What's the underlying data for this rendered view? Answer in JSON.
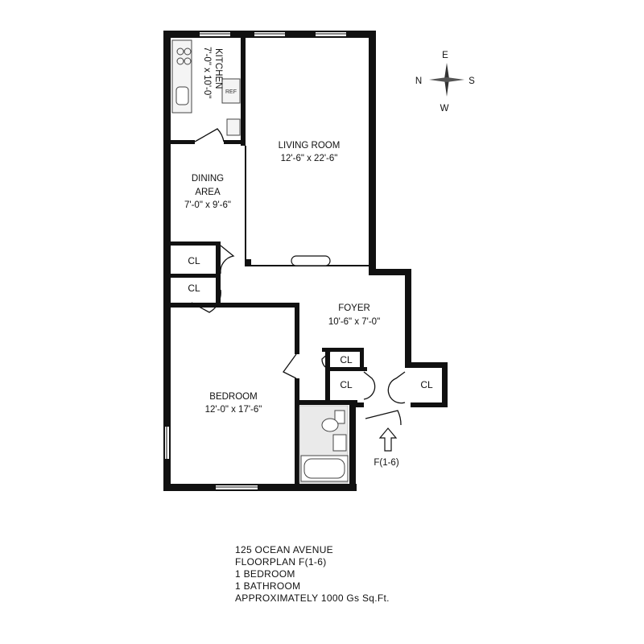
{
  "compass": {
    "n": "N",
    "e": "E",
    "s": "S",
    "w": "W"
  },
  "rooms": {
    "kitchen": {
      "name": "KITCHEN",
      "dims": "7'-0\" x 10'-0\"",
      "appliance": "REF"
    },
    "living": {
      "name": "LIVING ROOM",
      "dims": "12'-6\" x 22'-6\""
    },
    "dining": {
      "name_line1": "DINING",
      "name_line2": "AREA",
      "dims": "7'-0\" x 9'-6\""
    },
    "foyer": {
      "name": "FOYER",
      "dims": "10'-6\" x 7'-0\""
    },
    "bedroom": {
      "name": "BEDROOM",
      "dims": "12'-0\" x 17'-6\""
    }
  },
  "closet_label": "CL",
  "entry_label": "F(1-6)",
  "info": {
    "address": "125 OCEAN AVENUE",
    "floorplan": "FLOORPLAN F(1-6)",
    "bedrooms": "1 BEDROOM",
    "bathrooms": "1 BATHROOM",
    "area": "APPROXIMATELY 1000 Gs Sq.Ft."
  }
}
